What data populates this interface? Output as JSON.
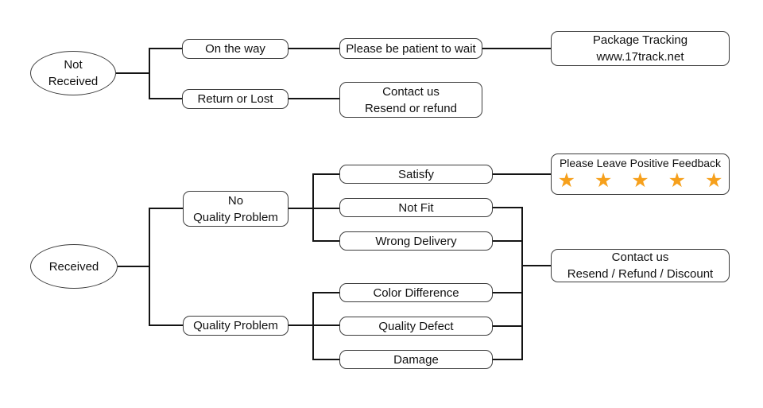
{
  "colors": {
    "background": "#ffffff",
    "connector_line": "#141414",
    "node_border": "#3c3c3c",
    "text": "#111111",
    "star": "#F6A01C"
  },
  "icons": {
    "star": "★"
  },
  "nodes": {
    "not_received": "Not\nReceived",
    "on_the_way": "On the way",
    "return_or_lost": "Return or Lost",
    "please_be_patient": "Please be patient to wait",
    "package_tracking": "Package Tracking\nwww.17track.net",
    "contact_us_not_received": "Contact us\nResend or refund",
    "received": "Received",
    "no_quality_problem": "No\nQuality Problem",
    "quality_problem": "Quality Problem",
    "satisfy": "Satisfy",
    "not_fit": "Not Fit",
    "wrong_delivery": "Wrong Delivery",
    "color_difference": "Color Difference",
    "quality_defect": "Quality Defect",
    "damage": "Damage",
    "contact_us_received": "Contact us\nResend / Refund / Discount"
  },
  "feedback": {
    "title": "Please Leave Positive Feedback",
    "rating": 5,
    "stars": "★ ★ ★ ★ ★"
  },
  "edges": [
    [
      "not_received",
      "on_the_way"
    ],
    [
      "not_received",
      "return_or_lost"
    ],
    [
      "on_the_way",
      "please_be_patient"
    ],
    [
      "please_be_patient",
      "package_tracking"
    ],
    [
      "return_or_lost",
      "contact_us_not_received"
    ],
    [
      "received",
      "no_quality_problem"
    ],
    [
      "received",
      "quality_problem"
    ],
    [
      "no_quality_problem",
      "satisfy"
    ],
    [
      "no_quality_problem",
      "not_fit"
    ],
    [
      "no_quality_problem",
      "wrong_delivery"
    ],
    [
      "quality_problem",
      "color_difference"
    ],
    [
      "quality_problem",
      "quality_defect"
    ],
    [
      "quality_problem",
      "damage"
    ],
    [
      "satisfy",
      "positive_feedback"
    ],
    [
      "not_fit",
      "contact_us_received"
    ],
    [
      "wrong_delivery",
      "contact_us_received"
    ],
    [
      "color_difference",
      "contact_us_received"
    ],
    [
      "quality_defect",
      "contact_us_received"
    ],
    [
      "damage",
      "contact_us_received"
    ]
  ]
}
